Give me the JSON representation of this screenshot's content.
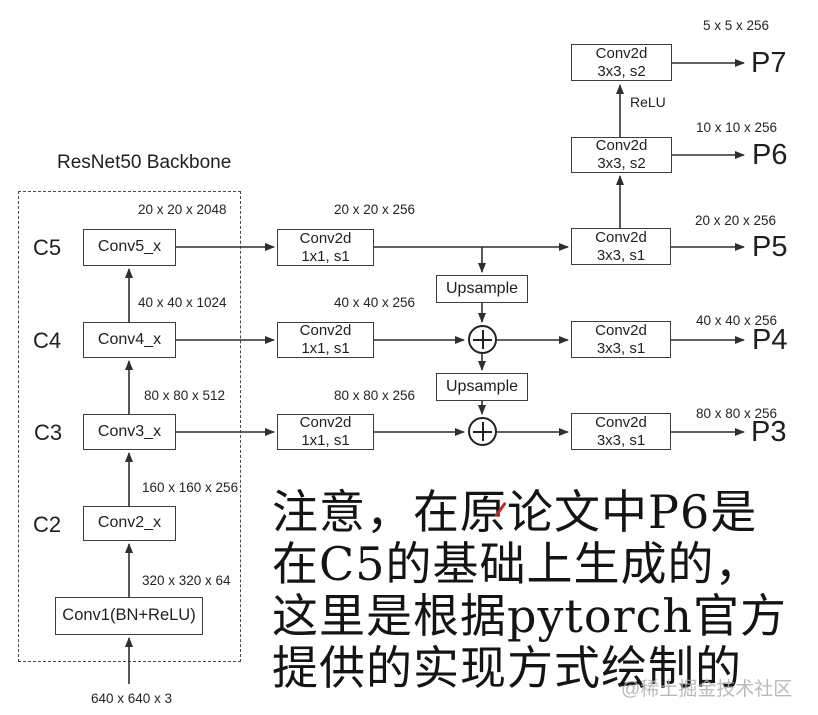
{
  "colors": {
    "background": "#ffffff",
    "line": "#2f2f2f",
    "box_border": "#3d3d3d",
    "text": "#1f1f1f",
    "watermark_gray": "#aeaeae",
    "annotation_red": "#c62828"
  },
  "backbone": {
    "title": "ResNet50 Backbone",
    "input_dim": "640 x 640 x 3",
    "stem": {
      "label": "Conv1(BN+ReLU)",
      "out_dim": "320 x 320 x 64"
    },
    "stages": [
      {
        "id": "C2",
        "label": "Conv2_x",
        "out_dim": "160 x 160 x 256"
      },
      {
        "id": "C3",
        "label": "Conv3_x",
        "out_dim": "80 x 80 x 512"
      },
      {
        "id": "C4",
        "label": "Conv4_x",
        "out_dim": "40 x 40 x 1024"
      },
      {
        "id": "C5",
        "label": "Conv5_x",
        "out_dim": "20 x 20 x 2048"
      }
    ]
  },
  "lateral": [
    {
      "line1": "Conv2d",
      "line2": "1x1, s1",
      "out_dim": "20 x 20 x 256"
    },
    {
      "line1": "Conv2d",
      "line2": "1x1, s1",
      "out_dim": "40 x 40 x 256"
    },
    {
      "line1": "Conv2d",
      "line2": "1x1, s1",
      "out_dim": "80 x 80 x 256"
    }
  ],
  "upsample": [
    {
      "label": "Upsample"
    },
    {
      "label": "Upsample"
    }
  ],
  "relu_label": "ReLU",
  "heads": [
    {
      "line1": "Conv2d",
      "line2": "3x3, s2",
      "out_dim": "5 x 5 x 256",
      "output": "P7"
    },
    {
      "line1": "Conv2d",
      "line2": "3x3, s2",
      "out_dim": "10 x 10 x 256",
      "output": "P6"
    },
    {
      "line1": "Conv2d",
      "line2": "3x3, s1",
      "out_dim": "20 x 20 x 256",
      "output": "P5"
    },
    {
      "line1": "Conv2d",
      "line2": "3x3, s1",
      "out_dim": "40 x 40 x 256",
      "output": "P4"
    },
    {
      "line1": "Conv2d",
      "line2": "3x3, s1",
      "out_dim": "80 x 80 x 256",
      "output": "P3"
    }
  ],
  "icons": {
    "add_icon": "⊕"
  },
  "note_lines": [
    "注意，在原论文中P6是",
    "在C5的基础上生成的，",
    "这里是根据pytorch官方",
    "提供的实现方式绘制的"
  ],
  "watermark": "@稀土掘金技术社区"
}
